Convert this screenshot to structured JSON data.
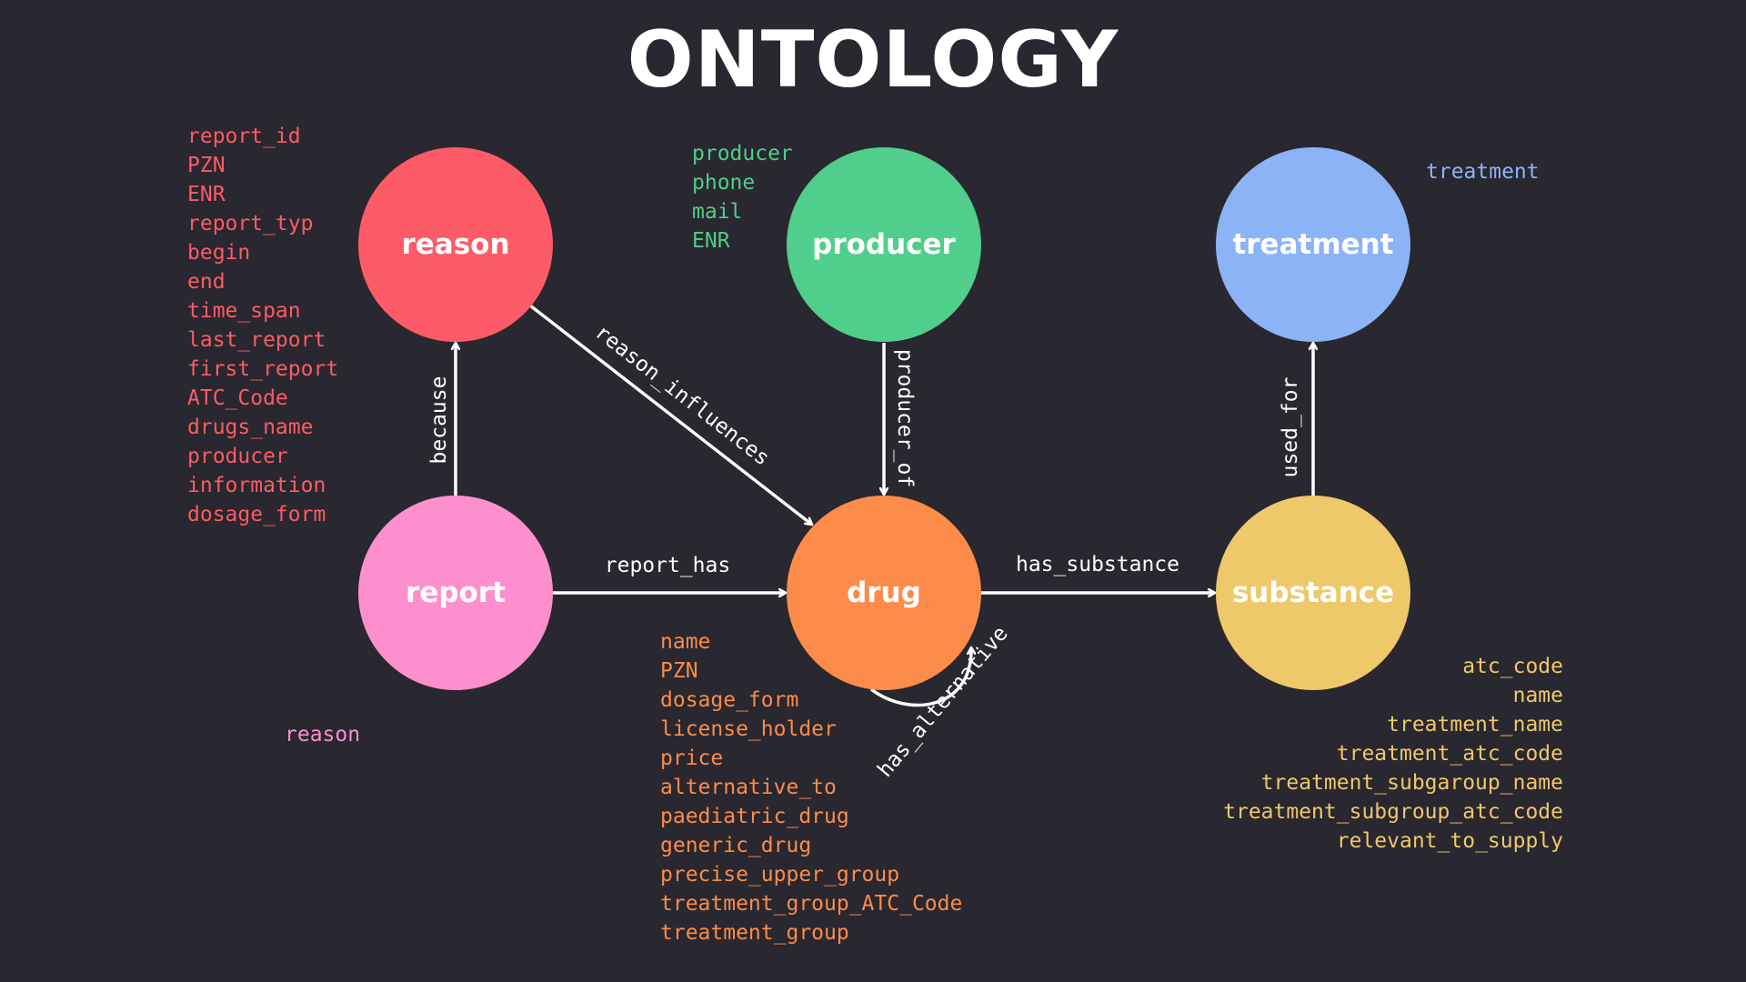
{
  "title": "ONTOLOGY",
  "colors": {
    "background": "#29272f",
    "reason": "#fd5b67",
    "producer": "#4fcf8b",
    "treatment": "#8db3f7",
    "report": "#fe8fcd",
    "drug": "#fd8c4b",
    "substance": "#edc96a",
    "edge": "#ffffff"
  },
  "nodes": {
    "reason": "reason",
    "producer": "producer",
    "treatment": "treatment",
    "report": "report",
    "drug": "drug",
    "substance": "substance"
  },
  "edges": {
    "because": "because",
    "reason_influences": "reason_influences",
    "producer_of": "producer_of",
    "used_for": "used_for",
    "report_has": "report_has",
    "has_substance": "has_substance",
    "has_alternative": "has_alternative"
  },
  "attributes": {
    "reason": [
      "report_id",
      "PZN",
      "ENR",
      "report_typ",
      "begin",
      "end",
      "time_span",
      "last_report",
      "first_report",
      "ATC_Code",
      "drugs_name",
      "producer",
      "information",
      "dosage_form"
    ],
    "producer": [
      "producer",
      "phone",
      "mail",
      "ENR"
    ],
    "treatment": [
      "treatment"
    ],
    "report": [
      "reason"
    ],
    "drug": [
      "name",
      "PZN",
      "dosage_form",
      "license_holder",
      "price",
      "alternative_to",
      "paediatric_drug",
      "generic_drug",
      "precise_upper_group",
      "treatment_group_ATC_Code",
      "treatment_group"
    ],
    "substance": [
      "atc_code",
      "name",
      "treatment_name",
      "treatment_atc_code",
      "treatment_subgaroup_name",
      "treatment_subgroup_atc_code",
      "relevant_to_supply"
    ]
  }
}
